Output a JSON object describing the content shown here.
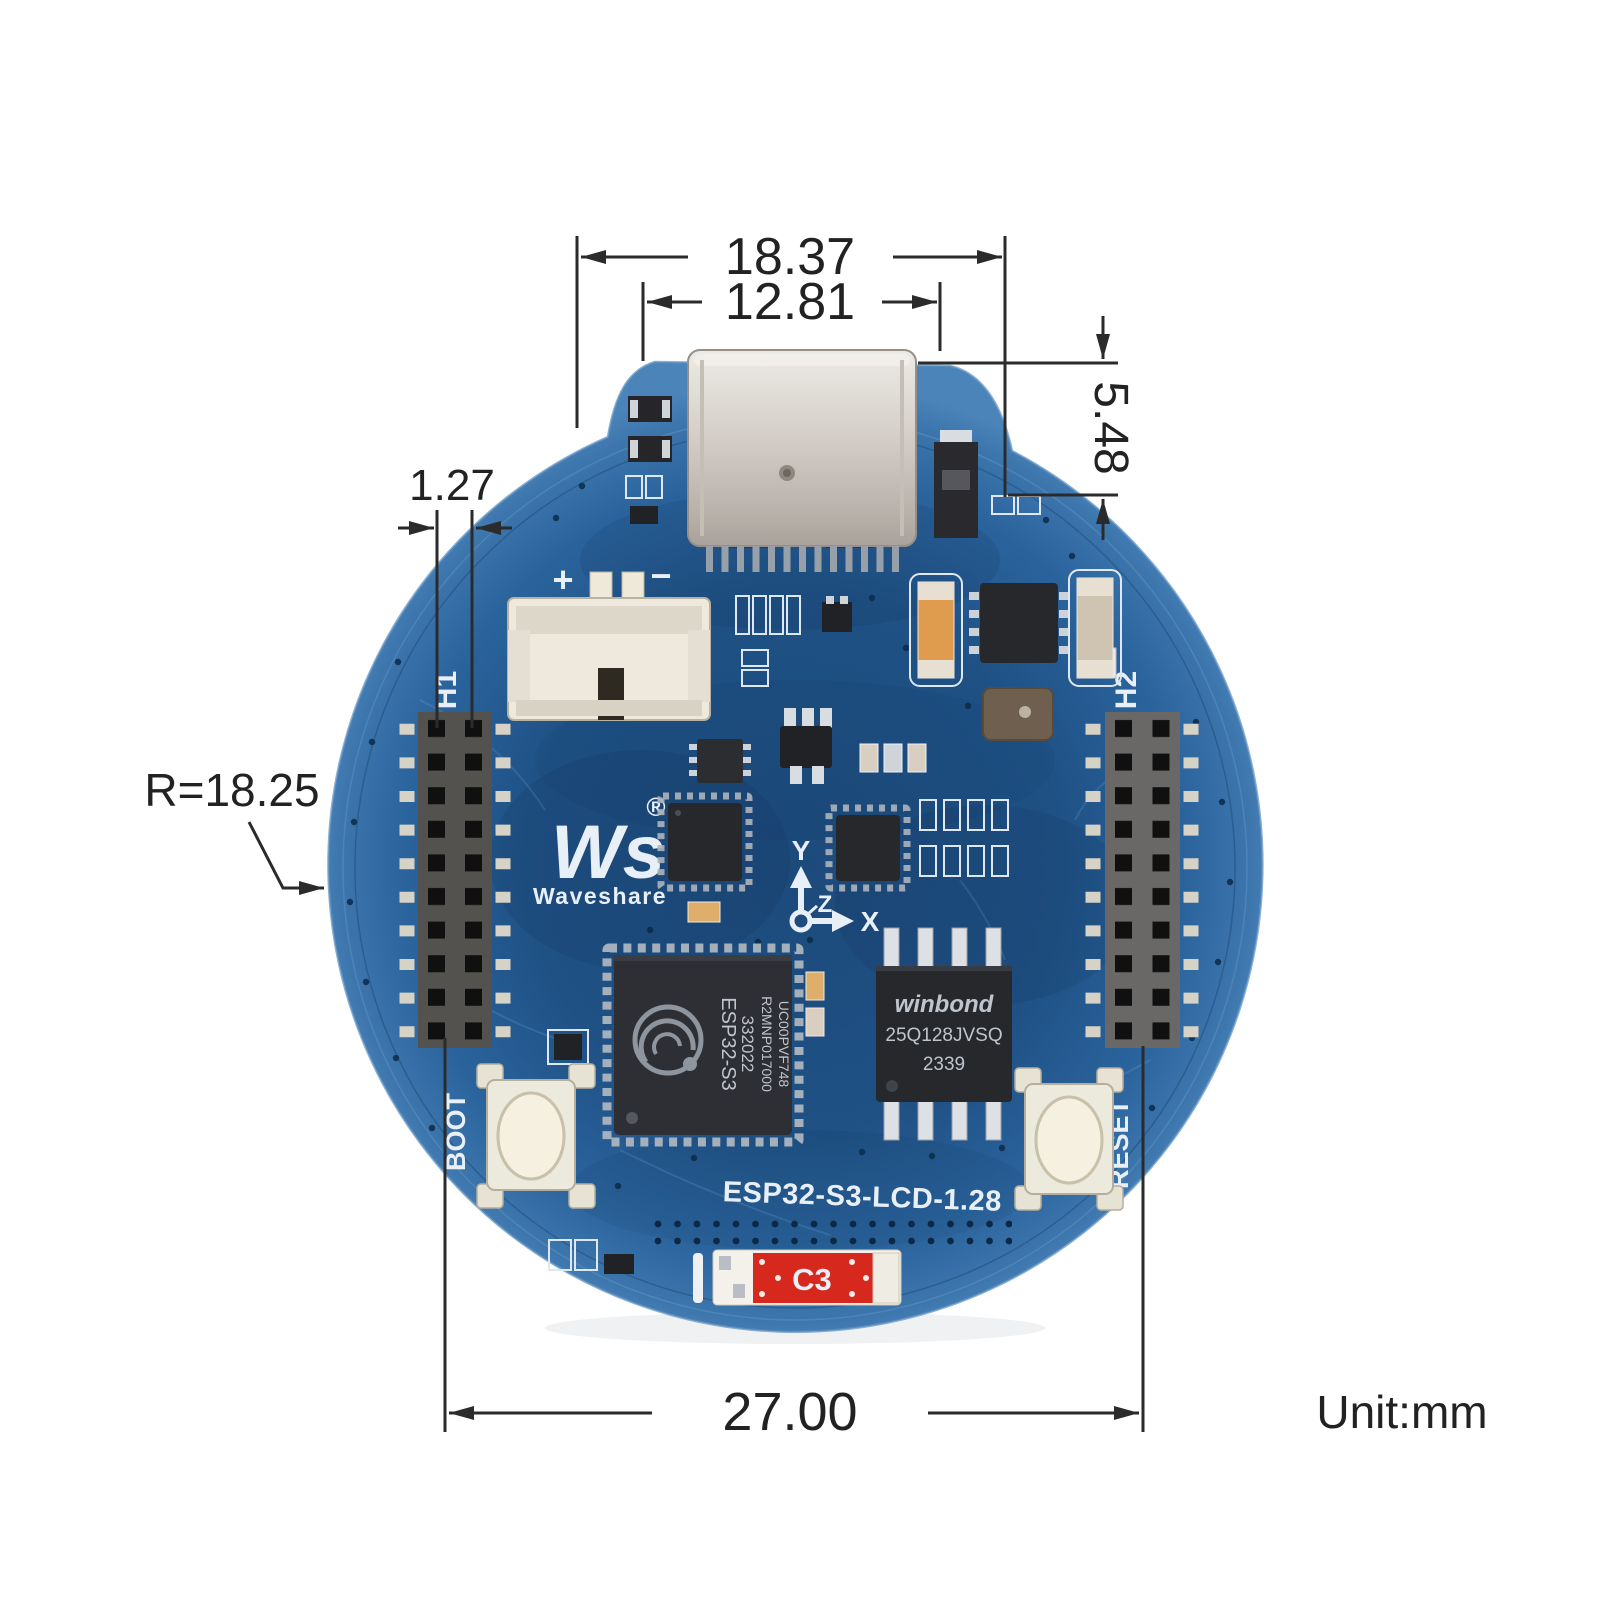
{
  "annotations": {
    "width_outer": "18.37",
    "width_inner": "12.81",
    "height_usb": "5.48",
    "pitch": "1.27",
    "width_board": "27.00",
    "radius": "R=18.25",
    "unit": "Unit:mm"
  },
  "board": {
    "silkscreen_title": "ESP32-S3-LCD-1.28",
    "brand": {
      "logo_text": "Ws",
      "registered_mark": "®",
      "name": "Waveshare"
    },
    "headers": {
      "h1_label": "H1",
      "h2_label": "H2"
    },
    "buttons": {
      "boot_label": "BOOT",
      "reset_label": "RESET"
    },
    "battery_marks": {
      "plus": "+",
      "minus": "−"
    },
    "axis_marks": {
      "x": "X",
      "y": "Y",
      "z": "Z"
    },
    "esp32_chip": {
      "line1": "ESP32-S3",
      "line2": "332022",
      "line3": "R2MNP017000",
      "line4": "UC00PVF748"
    },
    "flash_chip": {
      "brand": "winbond",
      "part_number": "25Q128JVSQ",
      "date_code": "2339"
    },
    "c3_label": "C3"
  },
  "colors": {
    "pcb_blue": "#1f5185",
    "pcb_edge": "#4b84b8",
    "silkscreen_white": "#e9eff7",
    "dimension_ink": "#2b2b2b",
    "red_component": "#d6281c",
    "background": "#ffffff"
  }
}
